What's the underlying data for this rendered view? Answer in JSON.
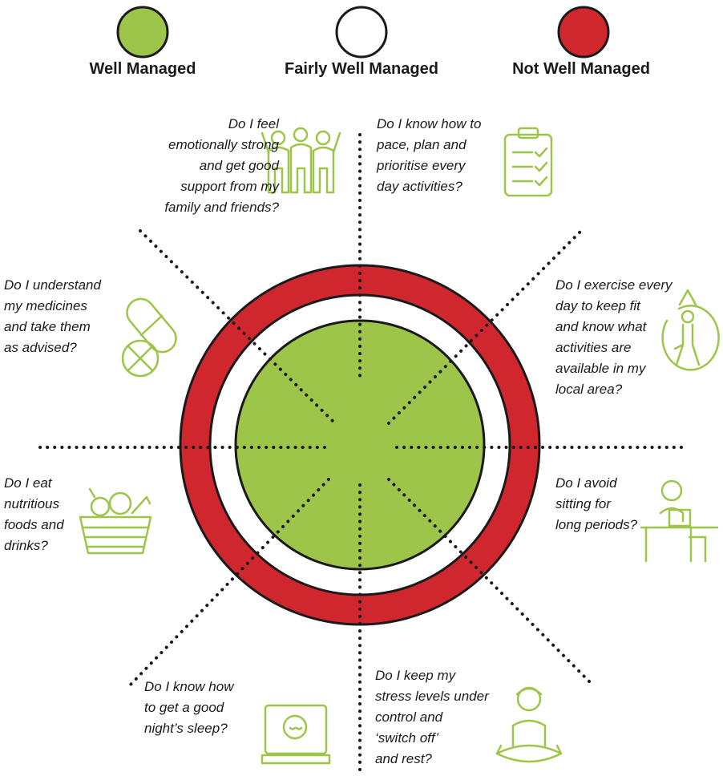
{
  "legend": [
    {
      "label": "Well Managed",
      "color": "#9dc54a"
    },
    {
      "label": "Fairly Well Managed",
      "color": "#ffffff"
    },
    {
      "label": "Not Well Managed",
      "color": "#d0262e"
    }
  ],
  "colors": {
    "accent_green": "#9dc54a",
    "ring_red": "#d0262e",
    "outline": "#1a1a1a"
  },
  "questions": {
    "emotional": {
      "text": "Do I feel\nemotionally strong\nand get good\nsupport from my\nfamily and friends?",
      "icon": "people-group-icon"
    },
    "pacing": {
      "text": "Do I know how to\npace, plan and\nprioritise every\nday activities?",
      "icon": "clipboard-checklist-icon"
    },
    "medicines": {
      "text": "Do I understand\nmy medicines\nand take them\nas advised?",
      "icon": "pills-icon"
    },
    "exercise": {
      "text": "Do I exercise every\nday to keep fit\nand know what\nactivities are\navailable in my\nlocal area?",
      "icon": "stretching-person-icon"
    },
    "nutrition": {
      "text": "Do I eat\nnutritious\nfoods and\ndrinks?",
      "icon": "vegetable-basket-icon"
    },
    "sitting": {
      "text": "Do I avoid\nsitting for\nlong periods?",
      "icon": "person-at-desk-icon"
    },
    "sleep": {
      "text": "Do I know how\nto get a good\nnight’s sleep?",
      "icon": "sleeping-person-icon"
    },
    "stress": {
      "text": "Do I keep my\nstress levels under\ncontrol and\n‘switch off’\nand rest?",
      "icon": "meditating-person-icon"
    }
  }
}
